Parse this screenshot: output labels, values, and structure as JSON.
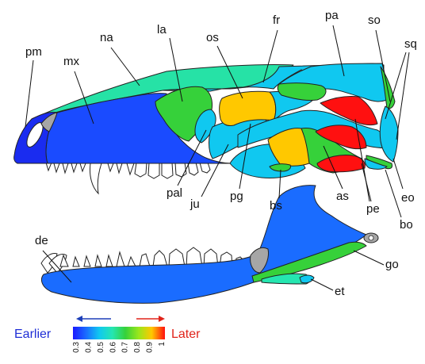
{
  "labels": {
    "pm": "pm",
    "mx": "mx",
    "na": "na",
    "la": "la",
    "os": "os",
    "fr": "fr",
    "pa": "pa",
    "so": "so",
    "sq": "sq",
    "pal": "pal",
    "ju": "ju",
    "pg": "pg",
    "bs": "bs",
    "as": "as",
    "pe": "pe",
    "eo": "eo",
    "bo": "bo",
    "de": "de",
    "go": "go",
    "et": "et"
  },
  "legend": {
    "earlier": "Earlier",
    "later": "Later",
    "ticks": [
      "0.3",
      "0.4",
      "0.5",
      "0.6",
      "0.7",
      "0.8",
      "0.9",
      "1"
    ]
  },
  "colors": {
    "earlier_text": "#1f2ed6",
    "later_text": "#e0231a",
    "earlier_arrow": "#1d3fb8",
    "later_arrow": "#e0231a",
    "unscored": "#a6a6a6",
    "scale": [
      "#1a1aff",
      "#1a6cff",
      "#10c8f0",
      "#25e6b0",
      "#36d13a",
      "#9ae61c",
      "#ffc800",
      "#ff1010"
    ]
  }
}
